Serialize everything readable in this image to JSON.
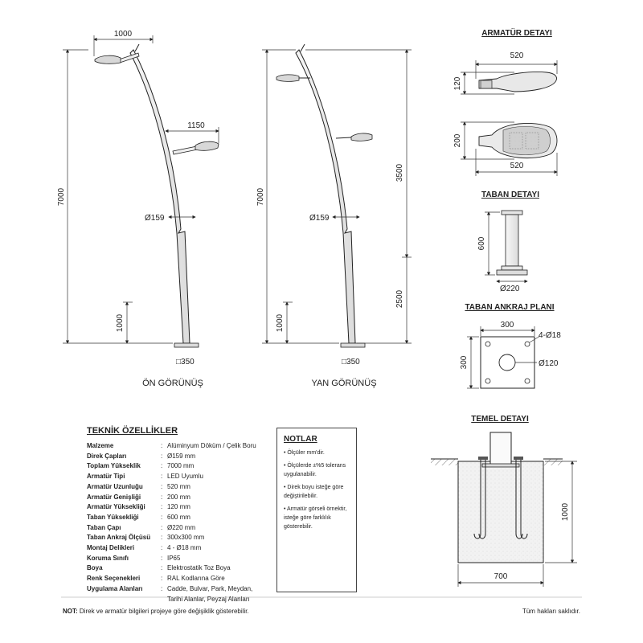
{
  "dims": {
    "front_arm_top": "1000",
    "front_arm_lower": "1150",
    "front_height": "7000",
    "front_pole_dia": "Ø159",
    "front_base_h": "1000",
    "front_plate": "□350",
    "side_height": "7000",
    "side_upper": "3500",
    "side_lower": "2500",
    "side_pole_dia": "Ø159",
    "side_base_h": "1000",
    "side_plate": "□350",
    "fix_width_top": "520",
    "fix_height": "120",
    "fix_depth": "200",
    "fix_width_bottom": "520",
    "base_height": "600",
    "base_dia": "Ø220",
    "anchor_width": "300",
    "anchor_height": "300",
    "anchor_holes": "4-Ø18",
    "anchor_center": "Ø120",
    "found_height": "1000",
    "found_width": "700"
  },
  "titles": {
    "front_view": "ÖN GÖRÜNÜŞ",
    "side_view": "YAN GÖRÜNÜŞ",
    "fixture_detail": "ARMATÜR DETAYI",
    "base_detail": "TABAN DETAYI",
    "anchor_plan": "TABAN ANKRAJ PLANI",
    "foundation_detail": "TEMEL DETAYI"
  },
  "specs": {
    "title": "TEKNİK ÖZELLİKLER",
    "rows": [
      {
        "k": "Malzeme",
        "v": "Alüminyum Döküm / Çelik Boru"
      },
      {
        "k": "Direk Çapları",
        "v": "Ø159 mm"
      },
      {
        "k": "Toplam Yükseklik",
        "v": "7000 mm"
      },
      {
        "k": "Armatür Tipi",
        "v": "LED Uyumlu"
      },
      {
        "k": "Armatür Uzunluğu",
        "v": "520 mm"
      },
      {
        "k": "Armatür Genişliği",
        "v": "200 mm"
      },
      {
        "k": "Armatür Yüksekliği",
        "v": "120 mm"
      },
      {
        "k": "Taban Yüksekliği",
        "v": "600 mm"
      },
      {
        "k": "Taban Çapı",
        "v": "Ø220 mm"
      },
      {
        "k": "Taban Ankraj Ölçüsü",
        "v": "300x300 mm"
      },
      {
        "k": "Montaj Delikleri",
        "v": "4 - Ø18 mm"
      },
      {
        "k": "Koruma Sınıfı",
        "v": "IP65"
      },
      {
        "k": "Boya",
        "v": "Elektrostatik Toz Boya"
      },
      {
        "k": "Renk Seçenekleri",
        "v": "RAL Kodlarına Göre"
      },
      {
        "k": "Uygulama Alanları",
        "v": "Cadde, Bulvar, Park, Meydan,"
      },
      {
        "k": "",
        "v": "Tarihi Alanlar, Peyzaj Alanları"
      }
    ]
  },
  "notes": {
    "title": "NOTLAR",
    "items": [
      "• Ölçüler mm'dir.",
      "• Ölçülerde ±%5 tolerans uygulanabilir.",
      "• Direk boyu isteğe göre değiştirilebilir.",
      "• Armatür görseli örnektir, isteğe göre farklılık gösterebilir."
    ]
  },
  "footer": {
    "note_label": "NOT:",
    "note_text": "Direk ve armatür bilgileri projeye göre değişiklik gösterebilir.",
    "rights": "Tüm hakları saklıdır."
  }
}
